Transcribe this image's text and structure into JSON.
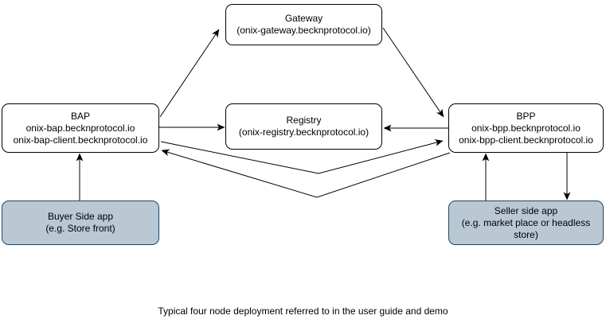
{
  "diagram": {
    "caption": "Typical four node deployment referred to in the user guide and demo",
    "nodes": {
      "gateway": {
        "lines": [
          "Gateway",
          "(onix-gateway.becknprotocol.io)"
        ]
      },
      "bap": {
        "lines": [
          "BAP",
          "onix-bap.becknprotocol.io",
          "onix-bap-client.becknprotocol.io"
        ]
      },
      "registry": {
        "lines": [
          "Registry",
          "(onix-registry.becknprotocol.io)"
        ]
      },
      "bpp": {
        "lines": [
          "BPP",
          "onix-bpp.becknprotocol.io",
          "onix-bpp-client.becknprotocol.io"
        ]
      },
      "buyer_app": {
        "lines": [
          "Buyer Side app",
          "(e.g. Store front)"
        ]
      },
      "seller_app": {
        "lines": [
          "Seller side app",
          "(e.g. market place or headless store)"
        ]
      }
    },
    "edges": [
      "bap-to-gateway",
      "gateway-to-bpp",
      "bap-to-registry",
      "bpp-to-registry",
      "bap-to-bpp",
      "bpp-to-bap",
      "buyer-app-to-bap",
      "seller-app-to-bpp",
      "bpp-to-seller-app"
    ],
    "colors": {
      "node_fill": "#ffffff",
      "node_stroke": "#000000",
      "app_fill": "#bac8d3",
      "app_stroke": "#23445d",
      "arrow": "#000000",
      "text": "#000000"
    }
  }
}
